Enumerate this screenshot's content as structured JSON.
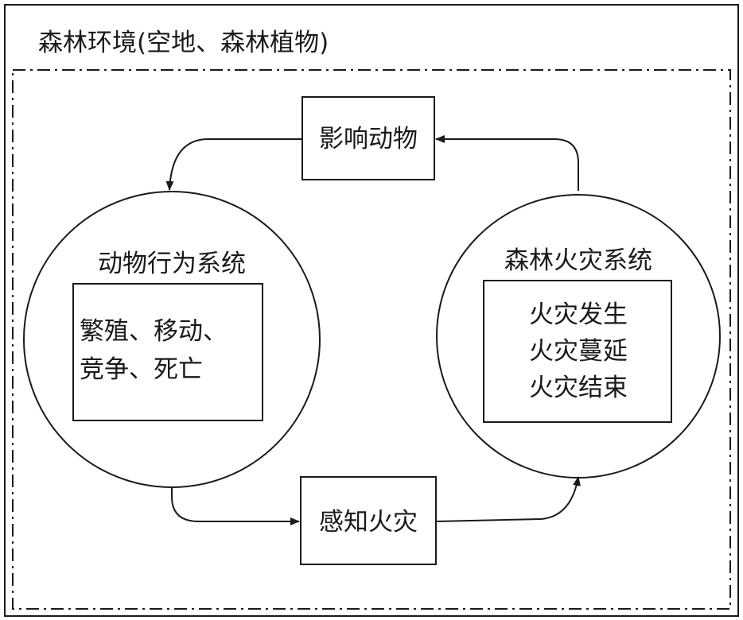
{
  "environment": {
    "label": "森林环境(空地、森林植物)"
  },
  "nodes": {
    "influence_animals": "影响动物",
    "perceive_fire": "感知火灾",
    "animal_system": {
      "title": "动物行为系统",
      "lines": [
        "繁殖、移动、",
        "竞争、死亡"
      ]
    },
    "fire_system": {
      "title": "森林火灾系统",
      "lines": [
        "火灾发生",
        "火灾蔓延",
        "火灾结束"
      ]
    }
  }
}
